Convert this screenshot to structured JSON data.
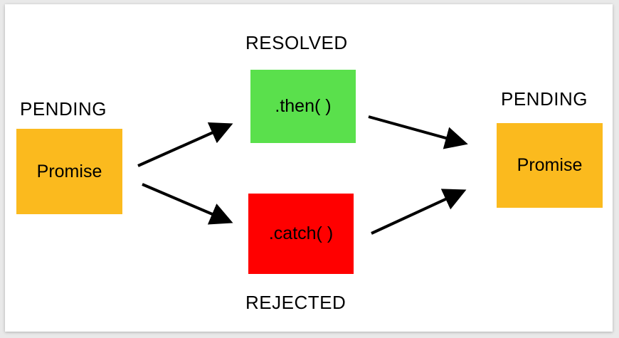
{
  "labels": {
    "left_state": "PENDING",
    "resolved_state": "RESOLVED",
    "rejected_state": "REJECTED",
    "right_state": "PENDING"
  },
  "boxes": {
    "left_promise": "Promise",
    "then_method": ".then( )",
    "catch_method": ".catch( )",
    "right_promise": "Promise"
  },
  "colors": {
    "promise": "#fbba1e",
    "then": "#5ae04c",
    "catch": "#ff0000",
    "arrow": "#000000"
  }
}
